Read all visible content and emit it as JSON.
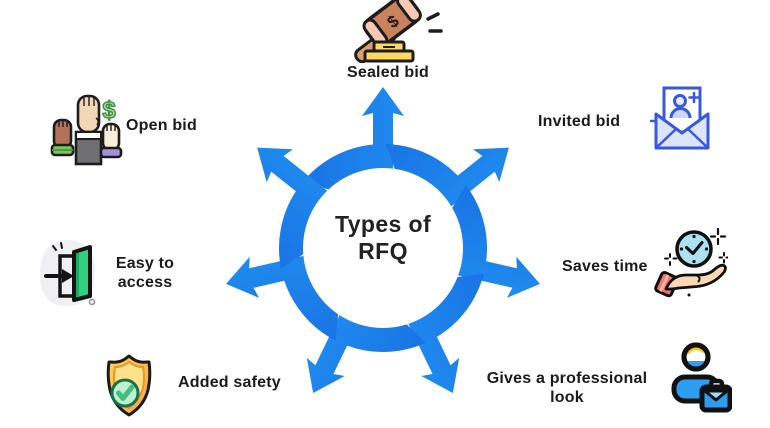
{
  "title": "Types of\nRFQ",
  "items": [
    {
      "id": "sealed-bid",
      "label": "Sealed bid",
      "icon": "gavel-icon"
    },
    {
      "id": "invited-bid",
      "label": "Invited bid",
      "icon": "envelope-invite-icon"
    },
    {
      "id": "saves-time",
      "label": "Saves time",
      "icon": "clock-in-hand-icon"
    },
    {
      "id": "professional-look",
      "label": "Gives a professional\nlook",
      "icon": "businessman-briefcase-icon"
    },
    {
      "id": "added-safety",
      "label": "Added safety",
      "icon": "shield-check-icon"
    },
    {
      "id": "easy-access",
      "label": "Easy to\naccess",
      "icon": "door-arrow-icon"
    },
    {
      "id": "open-bid",
      "label": "Open bid",
      "icon": "raised-hands-dollar-icon"
    }
  ],
  "wheel": {
    "segment_count": 7,
    "gradient_start": "#1460DD",
    "gradient_mid": "#1E86EC",
    "gradient_end": "#1FB0F5"
  },
  "colors": {
    "background": "#FFFFFF",
    "text": "#1B1B1B",
    "gold": "#FFD95E",
    "green": "#2FD07E",
    "blue": "#2E9DF0",
    "envelope_blue": "#3A57DF",
    "cyan": "#ABE1F0"
  }
}
